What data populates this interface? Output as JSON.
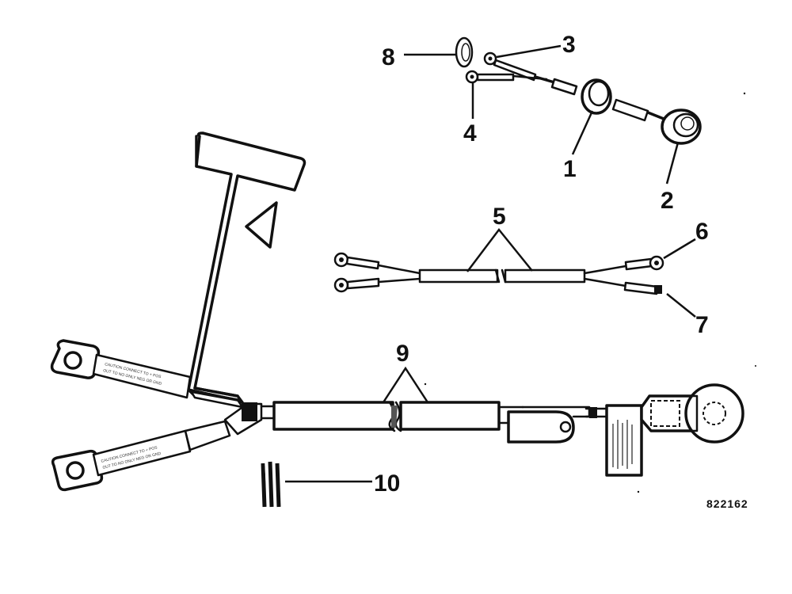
{
  "diagram": {
    "callouts": [
      {
        "id": "c1",
        "label": "1"
      },
      {
        "id": "c2",
        "label": "2"
      },
      {
        "id": "c3",
        "label": "3"
      },
      {
        "id": "c4",
        "label": "4"
      },
      {
        "id": "c5",
        "label": "5"
      },
      {
        "id": "c6",
        "label": "6"
      },
      {
        "id": "c7",
        "label": "7"
      },
      {
        "id": "c8",
        "label": "8"
      },
      {
        "id": "c9",
        "label": "9"
      },
      {
        "id": "c10",
        "label": "10"
      }
    ],
    "part_number": "822162",
    "tag_text_upper": "CAUTION CONNECT TO + POS",
    "tag_text_lower": "OUT TO NO ONLY NEG OR GND"
  }
}
